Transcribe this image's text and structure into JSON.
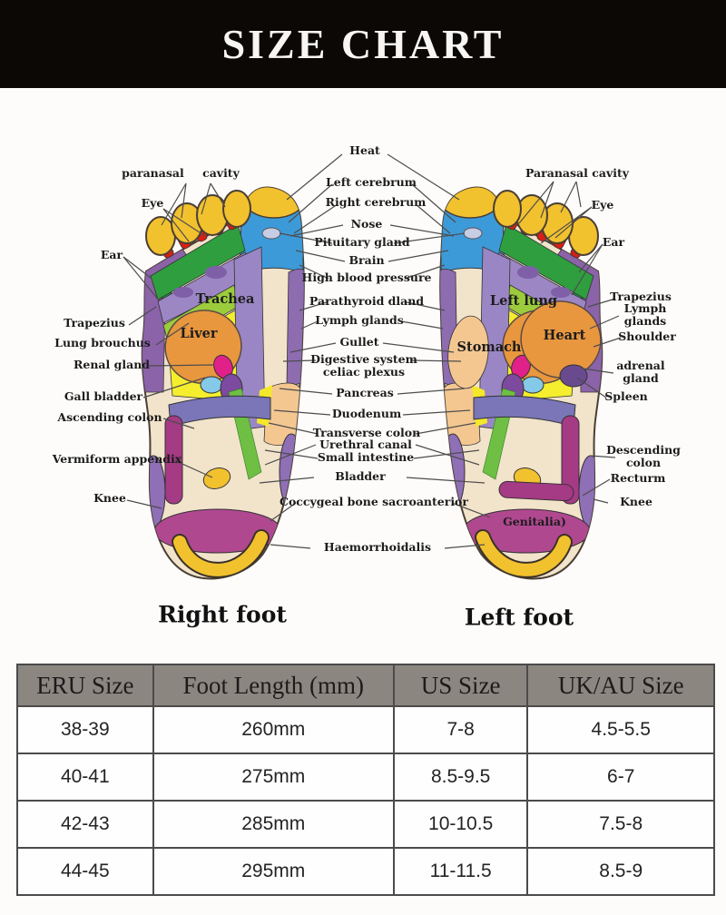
{
  "title": "SIZE CHART",
  "diagram": {
    "captions": {
      "right": "Right foot",
      "left": "Left foot"
    },
    "labels": {
      "heat": "Heat",
      "left_cerebrum": "Left cerebrum",
      "right_cerebrum": "Right cerebrum",
      "nose": "Nose",
      "pituitary_gland": "Pituitary gland",
      "brain": "Brain",
      "high_blood_pressure": "High blood pressure",
      "parathyroid_dland": "Parathyroid dland",
      "lymph_glands_center": "Lymph glands",
      "gullet": "Gullet",
      "digestive_system": "Digestive system\nceliac plexus",
      "pancreas": "Pancreas",
      "duodenum": "Duodenum",
      "transverse_colon": "Transverse colon",
      "urethral_canal": "Urethral canal",
      "small_intestine": "Small intestine",
      "bladder": "Bladder",
      "coccygeal": "Coccygeal bone sacroanterior",
      "haemorrhoidalis": "Haemorrhoidalis",
      "paranasal_left": "paranasal cavity",
      "eye_left": "Eye",
      "ear_left": "Ear",
      "trapezius_left": "Trapezius",
      "lung_brouchus": "Lung brouchus",
      "renal_gland": "Renal gland",
      "gall_bladder": "Gall bladder",
      "ascending_colon": "Ascending colon",
      "vermiform_appendix": "Vermiform appendix",
      "knee_left": "Knee",
      "paranasal_right": "Paranasal cavity",
      "eye_right": "Eye",
      "ear_right": "Ear",
      "trapezius_right": "Trapezius",
      "lymph_glands_right": "Lymph glands",
      "shoulder": "Shoulder",
      "adrenal_gland": "adrenal gland",
      "spleen": "Spleen",
      "descending_colon": "Descending colon",
      "recturm": "Recturm",
      "knee_right": "Knee",
      "trachea": "Trachea",
      "liver": "Liver",
      "left_lung": "Left lung",
      "stomach": "Stomach",
      "heart": "Heart",
      "genitalia": "Genitalia)"
    }
  },
  "table": {
    "headers": [
      "ERU Size",
      "Foot Length (mm)",
      "US Size",
      "UK/AU Size"
    ],
    "rows": [
      [
        "38-39",
        "260mm",
        "7-8",
        "4.5-5.5"
      ],
      [
        "40-41",
        "275mm",
        "8.5-9.5",
        "6-7"
      ],
      [
        "42-43",
        "285mm",
        "10-10.5",
        "7.5-8"
      ],
      [
        "44-45",
        "295mm",
        "11-11.5",
        "8.5-9"
      ]
    ]
  },
  "colors": {
    "banner_bg": "#0b0806",
    "banner_text": "#f7f6f4",
    "table_header_bg": "#8b8680",
    "table_border": "#4b4b4b",
    "foot_sole": "#f2e3cb",
    "toe_gold": "#f2c12e",
    "big_toe_blue": "#3d9ad8",
    "zone_green": "#2f9e3f",
    "zone_purple": "#9a86c4",
    "zone_magenta": "#a53a85",
    "zone_yellow": "#f4ee2e",
    "organ_orange": "#e8973f"
  }
}
